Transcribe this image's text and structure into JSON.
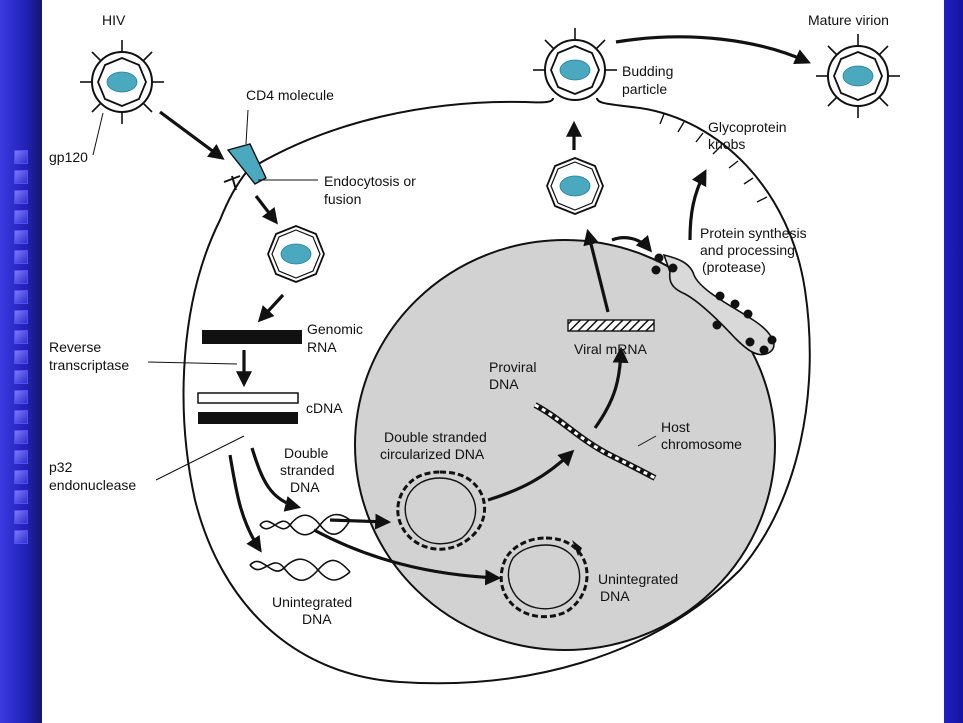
{
  "labels": {
    "hiv": "HIV",
    "gp120": "gp120",
    "cd4_molecule": "CD4 molecule",
    "endocytosis_1": "Endocytosis or",
    "endocytosis_2": "fusion",
    "genomic_1": "Genomic",
    "genomic_2": "RNA",
    "reverse_1": "Reverse",
    "reverse_2": "transcriptase",
    "cdna": "cDNA",
    "p32_1": "p32",
    "p32_2": "endonuclease",
    "double_1": "Double",
    "double_2": "stranded",
    "double_3": "DNA",
    "unint_cyto_1": "Unintegrated",
    "unint_cyto_2": "DNA",
    "circ_1": "Double stranded",
    "circ_2": "circularized DNA",
    "unint_nuc_1": "Unintegrated",
    "unint_nuc_2": "DNA",
    "proviral_1": "Proviral",
    "proviral_2": "DNA",
    "host_1": "Host",
    "host_2": "chromosome",
    "viral_mrna": "Viral mRNA",
    "protein_1": "Protein synthesis",
    "protein_2": "and processing",
    "protein_3": "(protease)",
    "glyco_1": "Glycoprotein",
    "glyco_2": "knobs",
    "budding_1": "Budding",
    "budding_2": "particle",
    "mature": "Mature virion"
  },
  "colors": {
    "band": "#2a2ad0",
    "core": "#4aa8bf",
    "nucleus": "#d2d2d2",
    "ink": "#111111"
  }
}
